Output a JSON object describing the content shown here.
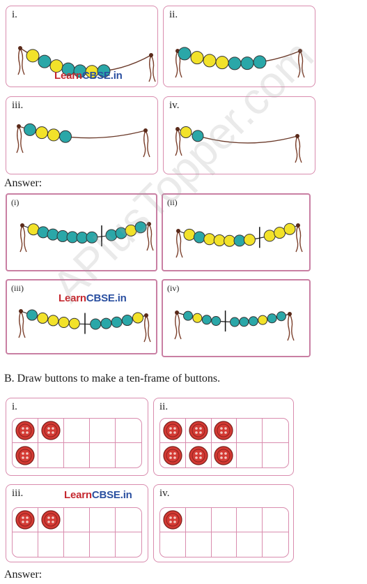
{
  "questions_a": [
    {
      "label": "i.",
      "beads": [
        "y",
        "t",
        "y",
        "t",
        "t",
        "y",
        "t"
      ]
    },
    {
      "label": "ii.",
      "beads": [
        "t",
        "y",
        "y",
        "y",
        "t",
        "t",
        "t"
      ]
    },
    {
      "label": "iii.",
      "beads": [
        "t",
        "y",
        "y",
        "t"
      ]
    },
    {
      "label": "iv.",
      "beads": [
        "y",
        "t"
      ]
    }
  ],
  "answer_label_1": "Answer:",
  "answers_a": [
    {
      "label": "(i)",
      "left": [
        "y",
        "t",
        "t",
        "t",
        "t",
        "t",
        "t"
      ],
      "right": [
        "t",
        "t",
        "y",
        "t"
      ]
    },
    {
      "label": "(ii)",
      "left": [
        "y",
        "t",
        "y",
        "y",
        "y",
        "t",
        "y"
      ],
      "right": [
        "y",
        "y",
        "y"
      ]
    },
    {
      "label": "(iii)",
      "left": [
        "t",
        "y",
        "y",
        "y",
        "y"
      ],
      "right": [
        "t",
        "t",
        "t",
        "t",
        "y"
      ]
    },
    {
      "label": "(iv)",
      "left": [
        "t",
        "y",
        "t",
        "t"
      ],
      "right": [
        "t",
        "t",
        "t",
        "y",
        "t",
        "t"
      ]
    }
  ],
  "section_b_heading": "B. Draw buttons to make a ten-frame of buttons.",
  "questions_b": [
    {
      "label": "i.",
      "buttons": [
        1,
        1,
        0,
        0,
        0,
        1,
        0,
        0,
        0,
        0
      ]
    },
    {
      "label": "ii.",
      "buttons": [
        1,
        1,
        1,
        0,
        0,
        1,
        1,
        1,
        0,
        0
      ]
    },
    {
      "label": "iii.",
      "buttons": [
        1,
        1,
        0,
        0,
        0,
        0,
        0,
        0,
        0,
        0
      ]
    },
    {
      "label": "iv.",
      "buttons": [
        1,
        0,
        0,
        0,
        0,
        0,
        0,
        0,
        0,
        0
      ]
    }
  ],
  "answer_label_2": "Answer:",
  "logo": {
    "part1": "Learn",
    "part2": "CBSE.in"
  },
  "watermark": "APlusTopper.com",
  "colors": {
    "yellow": "#f2e22a",
    "teal": "#2aa7a8",
    "border": "#d98cae",
    "button": "#d43a34"
  }
}
